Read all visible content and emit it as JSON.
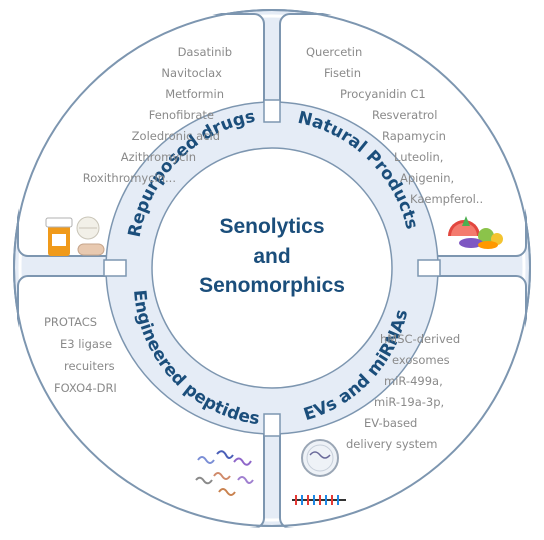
{
  "center": {
    "line1": "Senolytics",
    "line2": "and",
    "line3": "Senomorphics"
  },
  "quadrants": {
    "top_left": {
      "title": "Repurposed drugs",
      "items": [
        "Dasatinib",
        "Navitoclax",
        "Metformin",
        "Fenofibrate",
        "Zoledronic acid",
        "Azithromycin",
        "Roxithromycin..."
      ],
      "icon": "pills-icon"
    },
    "top_right": {
      "title": "Natural Products",
      "items": [
        "Quercetin",
        "Fisetin",
        "Procyanidin C1",
        "Resveratrol",
        "Rapamycin",
        "Luteolin,",
        "Apigenin,",
        "Kaempferol.."
      ],
      "icon": "fruits-vegetables-icon"
    },
    "bottom_left": {
      "title": "Engineered peptides",
      "items": [
        "PROTACS",
        "E3 ligase",
        "recuiters",
        "FOXO4-DRI"
      ],
      "icon": "peptides-icon"
    },
    "bottom_right": {
      "title": "EVs and miRNAs",
      "items": [
        "hMSC-derived",
        "exosomes",
        "miR-499a,",
        "miR-19a-3p,",
        "EV-based",
        "delivery system"
      ],
      "icon": "exosome-mirna-icon"
    }
  },
  "colors": {
    "ring": "#e5ecf6",
    "outline": "#7d96b0",
    "title": "#1b4e7b",
    "item_text": "#8a8a8a"
  }
}
